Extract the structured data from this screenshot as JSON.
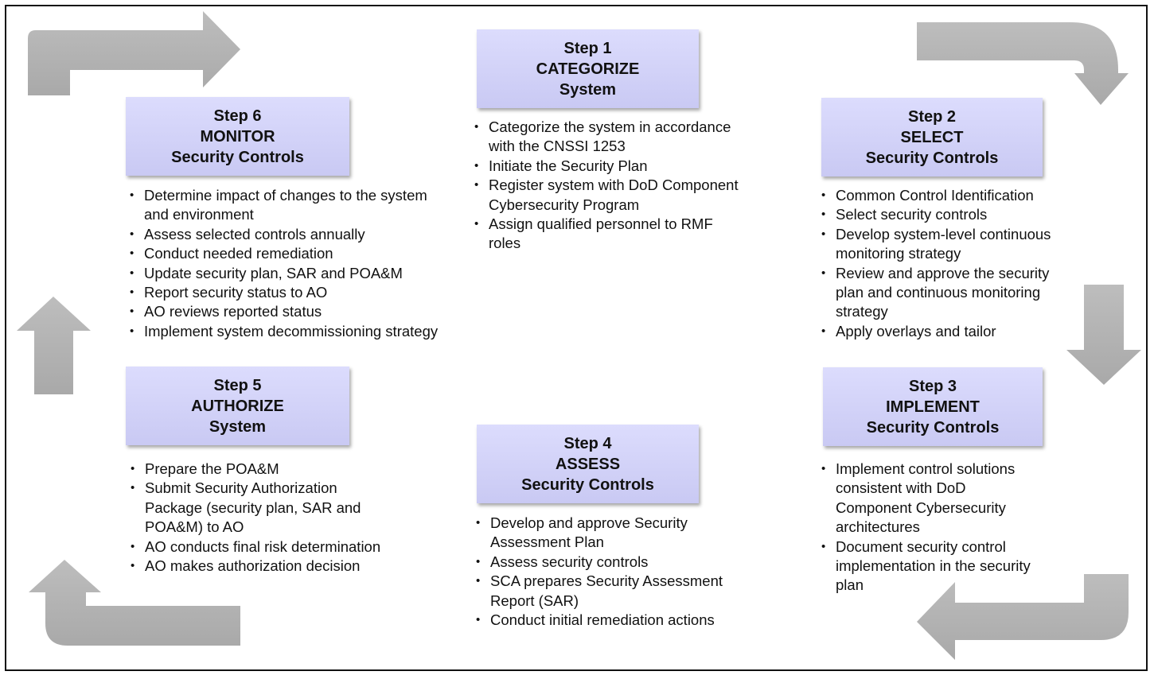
{
  "steps": [
    {
      "step": "Step 1",
      "action": "CATEGORIZE",
      "object": "System",
      "bullets": [
        "Categorize the system in accordance with the CNSSI 1253",
        "Initiate the Security Plan",
        "Register system with DoD Component Cybersecurity Program",
        "Assign qualified personnel to RMF roles"
      ]
    },
    {
      "step": "Step 2",
      "action": "SELECT",
      "object": "Security Controls",
      "bullets": [
        "Common Control Identification",
        "Select security controls",
        "Develop system-level continuous monitoring strategy",
        "Review and approve the security plan and continuous monitoring strategy",
        "Apply  overlays and tailor"
      ]
    },
    {
      "step": "Step 3",
      "action": "IMPLEMENT",
      "object": "Security Controls",
      "bullets": [
        "Implement  control solutions consistent with DoD Component Cybersecurity architectures",
        "Document security control implementation in the security plan"
      ]
    },
    {
      "step": "Step 4",
      "action": "ASSESS",
      "object": "Security Controls",
      "bullets": [
        "Develop and approve Security Assessment Plan",
        "Assess security controls",
        "SCA prepares Security Assessment Report (SAR)",
        "Conduct initial remediation actions"
      ]
    },
    {
      "step": "Step 5",
      "action": "AUTHORIZE",
      "object": "System",
      "bullets": [
        "Prepare the POA&M",
        "Submit Security Authorization Package (security plan, SAR and POA&M) to AO",
        "AO conducts final risk determination",
        "AO makes authorization decision"
      ]
    },
    {
      "step": "Step 6",
      "action": "MONITOR",
      "object": "Security  Controls",
      "bullets": [
        "Determine impact of changes to the system and environment",
        "Assess selected controls annually",
        "Conduct needed remediation",
        "Update security plan, SAR and POA&M",
        "Report security status to AO",
        "AO reviews reported status",
        "Implement  system decommissioning strategy"
      ]
    }
  ],
  "colors": {
    "box_fill": "#d3d3fa",
    "arrow_fill": "#b3b3b3",
    "frame": "#111111",
    "text": "#111111"
  },
  "arrows": [
    "arrow-top-left-icon",
    "arrow-top-right-icon",
    "arrow-right-down-icon",
    "arrow-bottom-right-icon",
    "arrow-bottom-left-icon",
    "arrow-left-up-icon"
  ]
}
